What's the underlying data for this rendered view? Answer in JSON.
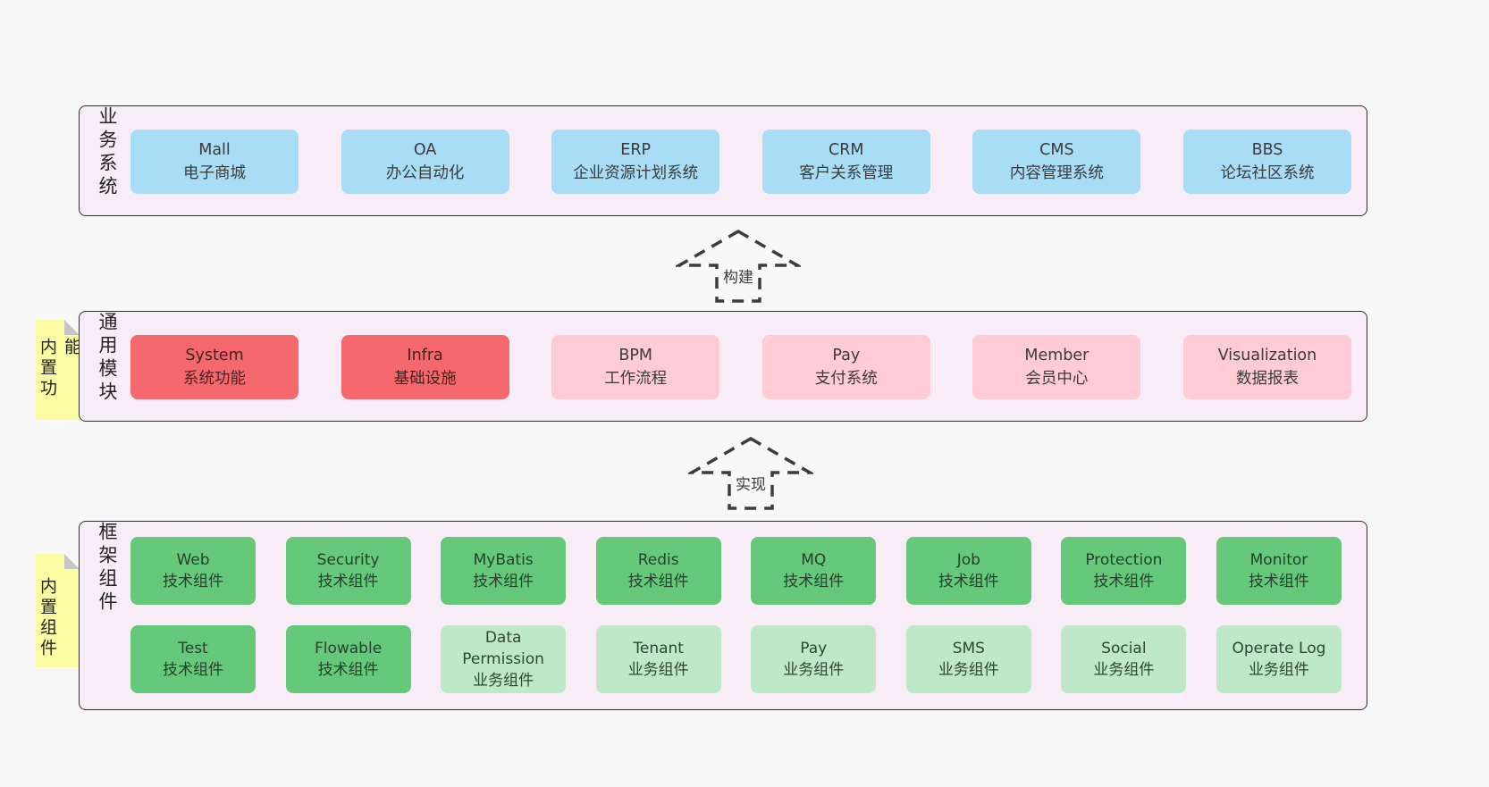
{
  "colors": {
    "page_bg": "#f8f8f8",
    "band_bg": "#f8edf6",
    "business_box": "#a9dcf5",
    "core_module_box": "#f5696e",
    "module_box": "#ffccd6",
    "tech_component_box": "#66c87b",
    "biz_component_box": "#bee8c8",
    "note_bg": "#fbfba3"
  },
  "arrows": [
    {
      "label": "构建"
    },
    {
      "label": "实现"
    }
  ],
  "bands": [
    {
      "label": "业务系统",
      "boxes": [
        {
          "en": "Mall",
          "zh": "电子商城"
        },
        {
          "en": "OA",
          "zh": "办公自动化"
        },
        {
          "en": "ERP",
          "zh": "企业资源计划系统"
        },
        {
          "en": "CRM",
          "zh": "客户关系管理"
        },
        {
          "en": "CMS",
          "zh": "内容管理系统"
        },
        {
          "en": "BBS",
          "zh": "论坛社区系统"
        }
      ]
    },
    {
      "label": "通用模块",
      "note": "内置功能",
      "boxes": [
        {
          "en": "System",
          "zh": "系统功能"
        },
        {
          "en": "Infra",
          "zh": "基础设施"
        },
        {
          "en": "BPM",
          "zh": "工作流程"
        },
        {
          "en": "Pay",
          "zh": "支付系统"
        },
        {
          "en": "Member",
          "zh": "会员中心"
        },
        {
          "en": "Visualization",
          "zh": "数据报表"
        }
      ]
    },
    {
      "label": "框架组件",
      "note": "内置组件",
      "row1": [
        {
          "en": "Web",
          "zh": "技术组件"
        },
        {
          "en": "Security",
          "zh": "技术组件"
        },
        {
          "en": "MyBatis",
          "zh": "技术组件"
        },
        {
          "en": "Redis",
          "zh": "技术组件"
        },
        {
          "en": "MQ",
          "zh": "技术组件"
        },
        {
          "en": "Job",
          "zh": "技术组件"
        },
        {
          "en": "Protection",
          "zh": "技术组件"
        },
        {
          "en": "Monitor",
          "zh": "技术组件"
        }
      ],
      "row2": [
        {
          "en": "Test",
          "zh": "技术组件"
        },
        {
          "en": "Flowable",
          "zh": "技术组件"
        },
        {
          "en": "Data Permission",
          "zh": "业务组件"
        },
        {
          "en": "Tenant",
          "zh": "业务组件"
        },
        {
          "en": "Pay",
          "zh": "业务组件"
        },
        {
          "en": "SMS",
          "zh": "业务组件"
        },
        {
          "en": "Social",
          "zh": "业务组件"
        },
        {
          "en": "Operate Log",
          "zh": "业务组件"
        }
      ]
    }
  ]
}
